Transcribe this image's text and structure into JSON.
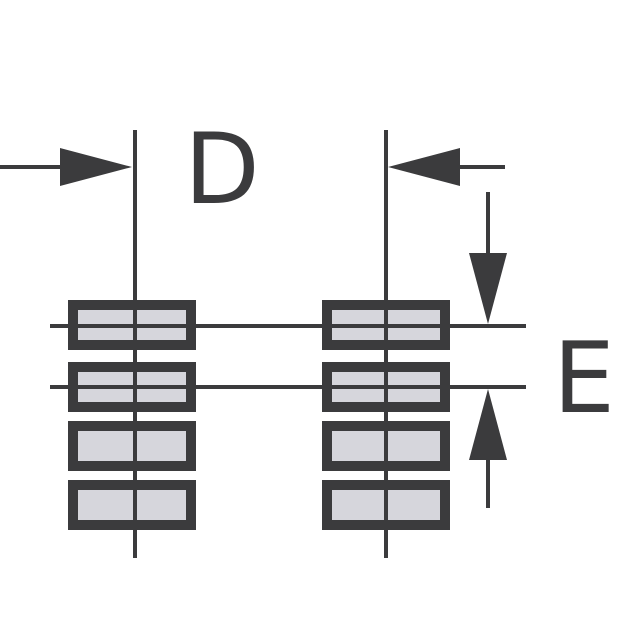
{
  "labels": {
    "d": "D",
    "e": "E"
  },
  "colors": {
    "stroke": "#3b3b3d",
    "pad_fill": "#d6d6dc",
    "background": "#ffffff"
  },
  "pad_grid": {
    "columns": 2,
    "rows": 4
  }
}
